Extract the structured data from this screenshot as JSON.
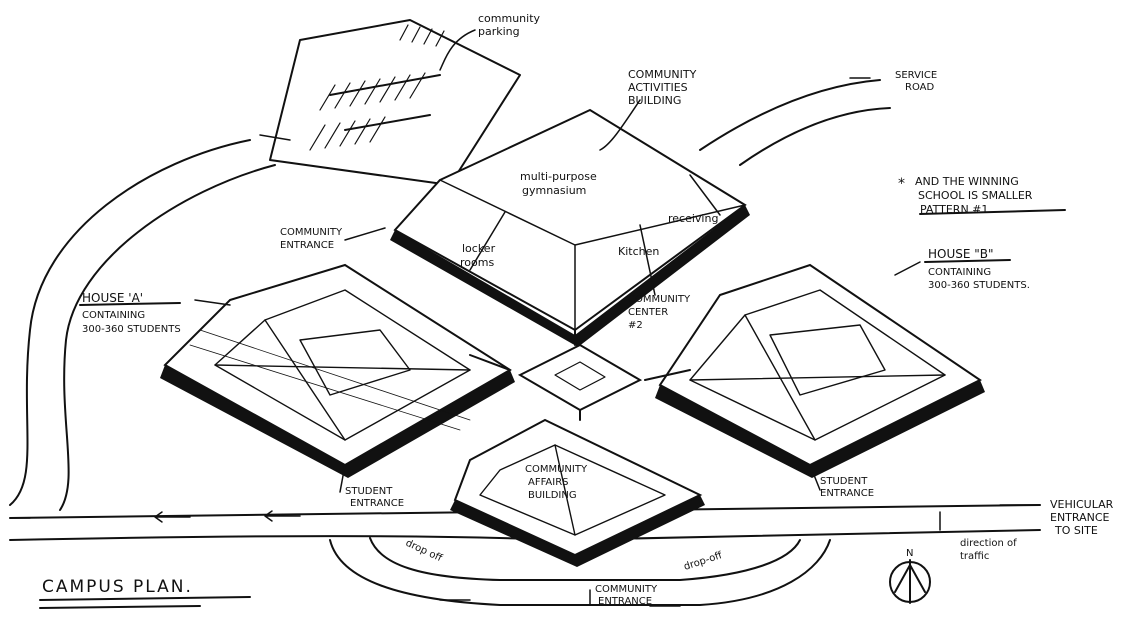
{
  "title": "CAMPUS PLAN.",
  "note": {
    "line1": "AND THE WINNING",
    "line2": "SCHOOL IS SMALLER",
    "line3": "PATTERN #1"
  },
  "labels": {
    "community_parking_1": "community",
    "community_parking_2": "parking",
    "activities_1": "COMMUNITY",
    "activities_2": "ACTIVITIES",
    "activities_3": "BUILDING",
    "service_road_1": "SERVICE",
    "service_road_2": "ROAD",
    "gym_1": "multi-purpose",
    "gym_2": "gymnasium",
    "receiving": "receiving",
    "kitchen": "Kitchen",
    "locker_1": "locker",
    "locker_2": "rooms",
    "community_entrance_left_1": "COMMUNITY",
    "community_entrance_left_2": "ENTRANCE",
    "house_a_1": "HOUSE 'A'",
    "house_a_2": "CONTAINING",
    "house_a_3": "300-360 STUDENTS",
    "house_b_1": "HOUSE \"B\"",
    "house_b_2": "CONTAINING",
    "house_b_3": "300-360 STUDENTS.",
    "center_1": "COMMUNITY",
    "center_2": "CENTER",
    "center_3": "#2",
    "affairs_1": "COMMUNITY",
    "affairs_2": "AFFAIRS",
    "affairs_3": "BUILDING",
    "student_entrance_left_1": "STUDENT",
    "student_entrance_left_2": "ENTRANCE",
    "student_entrance_right_1": "STUDENT",
    "student_entrance_right_2": "ENTRANCE",
    "vehicular_1": "VEHICULAR",
    "vehicular_2": "ENTRANCE",
    "vehicular_3": "TO SITE",
    "traffic_1": "direction of",
    "traffic_2": "traffic",
    "drop_off_left": "drop off",
    "drop_off_right": "drop-off",
    "community_entrance_bottom_1": "COMMUNITY",
    "community_entrance_bottom_2": "ENTRANCE",
    "north": "N"
  }
}
